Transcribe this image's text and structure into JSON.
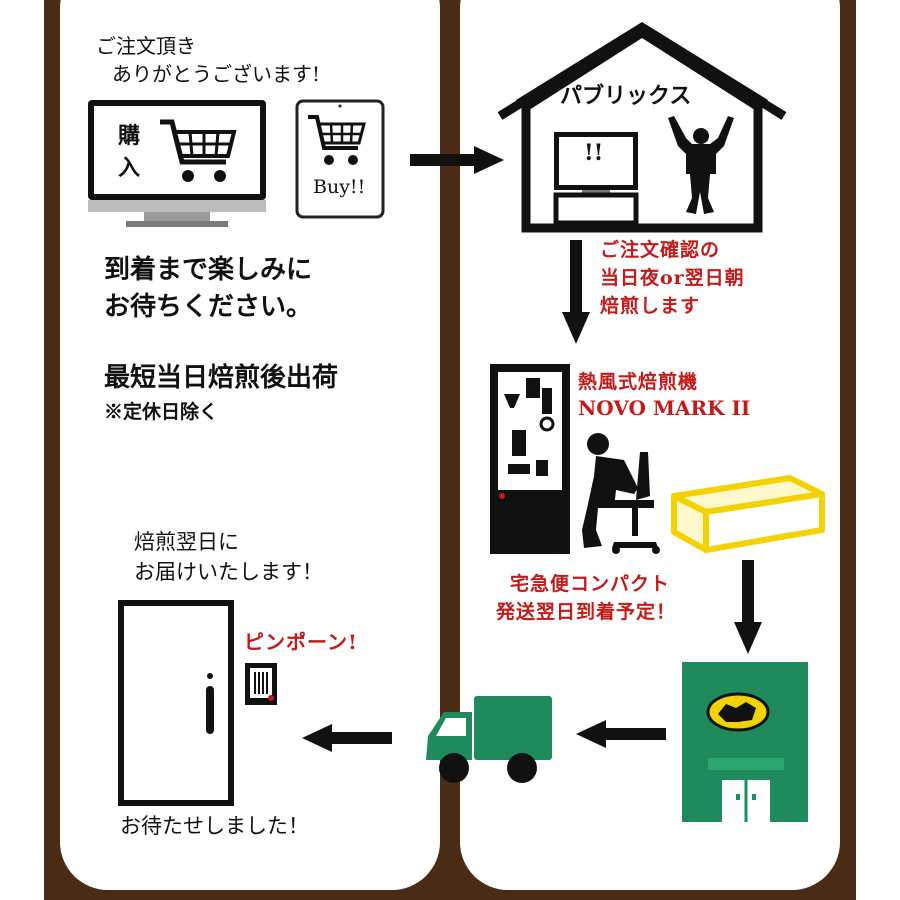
{
  "left": {
    "thanks": [
      "ご注文頂き",
      "ありがとうございます!"
    ],
    "monitor_text": [
      "購",
      "入"
    ],
    "tablet_text": "Buy!!",
    "wait_msg": [
      "到着まで楽しみに",
      "お待ちください。"
    ],
    "ship_msg": "最短当日焙煎後出荷",
    "holiday_note": "※定休日除く",
    "delivery_msg": [
      "焙煎翌日に",
      "お届けいたします！"
    ],
    "doorbell": "ピンポーン!",
    "arrived": "お待たせしました！"
  },
  "right": {
    "shop_name": "パブリックス",
    "screen_text": "!!",
    "roast_timing": [
      "ご注文確認の",
      "当日夜or翌日朝",
      "焙煎します"
    ],
    "roaster_name": [
      "熱風式焙煎機",
      "NOVO MARK II"
    ],
    "shipping_note": [
      "宅急便コンパクト",
      "発送翌日到着予定！"
    ]
  },
  "colors": {
    "frame": "#4a2c16",
    "accent_red": "#c41a1a",
    "yamato_green": "#1f8a5c",
    "box_yellow": "#f2d200"
  }
}
